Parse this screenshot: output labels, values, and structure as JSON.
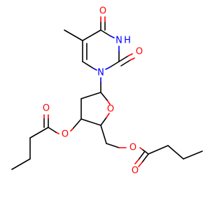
{
  "molecule": {
    "atoms": {
      "o_c4": "O",
      "n3": "N",
      "h_n3": "H",
      "o_c2": "O",
      "n1": "N",
      "o_ring": "O",
      "o_ester3": "O",
      "o_carbonyl3": "O",
      "o_ester5": "O",
      "o_carbonyl5": "O"
    }
  },
  "colors": {
    "carbon_bond": "#000000",
    "oxygen": "#ff0000",
    "nitrogen": "#0000ff",
    "background": "#ffffff"
  }
}
